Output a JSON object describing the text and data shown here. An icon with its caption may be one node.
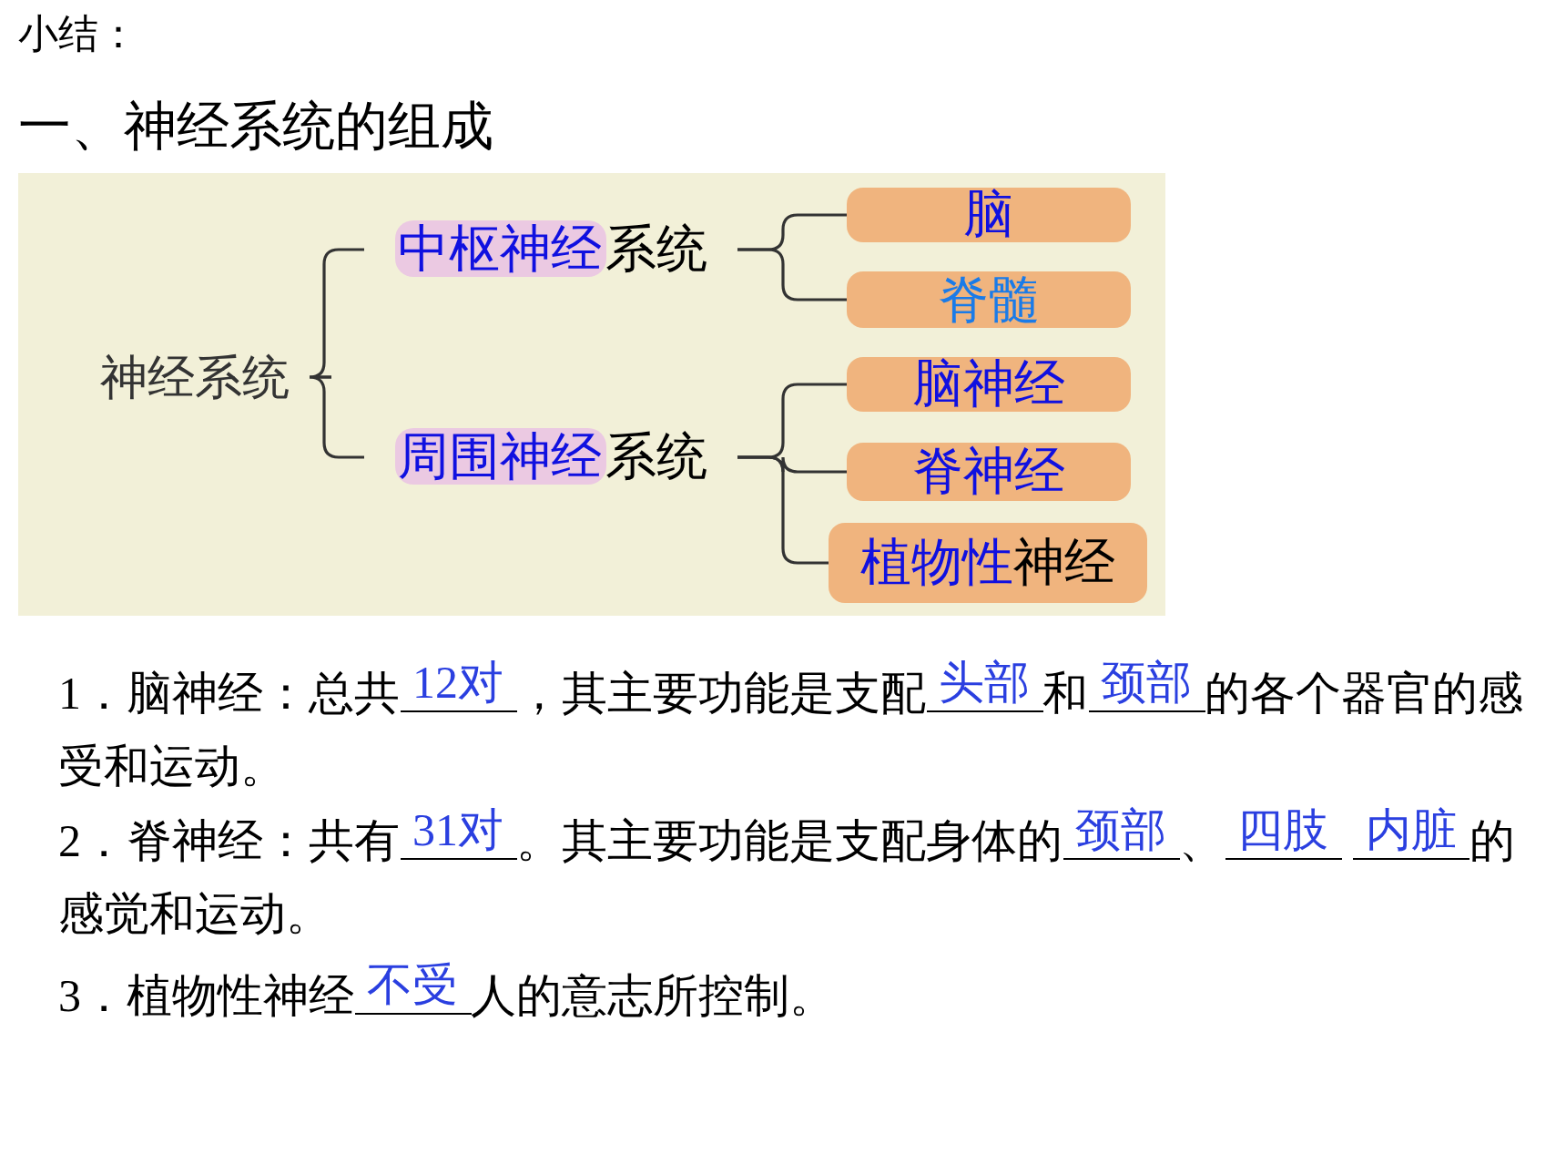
{
  "diagram": {
    "title": "一、神经系统的组成",
    "nodes": [
      {
        "text": [
          "神经系统"
        ]
      },
      {
        "text": [
          "**中枢神经**系统"
        ]
      },
      {
        "text": [
          "**周围神经**系统"
        ]
      },
      {
        "text": [
          "脑"
        ]
      },
      {
        "text": [
          "脊髓"
        ]
      },
      {
        "text": [
          "脑神经"
        ]
      },
      {
        "text": [
          "脊神经"
        ]
      },
      {
        "text": [
          "**植物性**神经"
        ]
      }
    ],
    "edges": [
      {
        "from": 0,
        "to": 1,
        "arrow": "none"
      },
      {
        "from": 0,
        "to": 2,
        "arrow": "none"
      },
      {
        "from": 1,
        "to": 3,
        "arrow": "none"
      },
      {
        "from": 1,
        "to": 4,
        "arrow": "none"
      },
      {
        "from": 2,
        "to": 5,
        "arrow": "none"
      },
      {
        "from": 2,
        "to": 6,
        "arrow": "none"
      },
      {
        "from": 2,
        "to": 7,
        "arrow": "none"
      }
    ],
    "labels": [
      "小结：",
      "1．脑神经：总共**12对**，其主要功能是支配**头部**和**颈部**的各个器官的感受和运动。",
      "2．脊神经：共有**31对**。其主要功能是支配身体的**颈部**、**四肢** **内脏**的感觉和运动。",
      "3．植物性神经**不受**人的意志所控制。"
    ]
  }
}
